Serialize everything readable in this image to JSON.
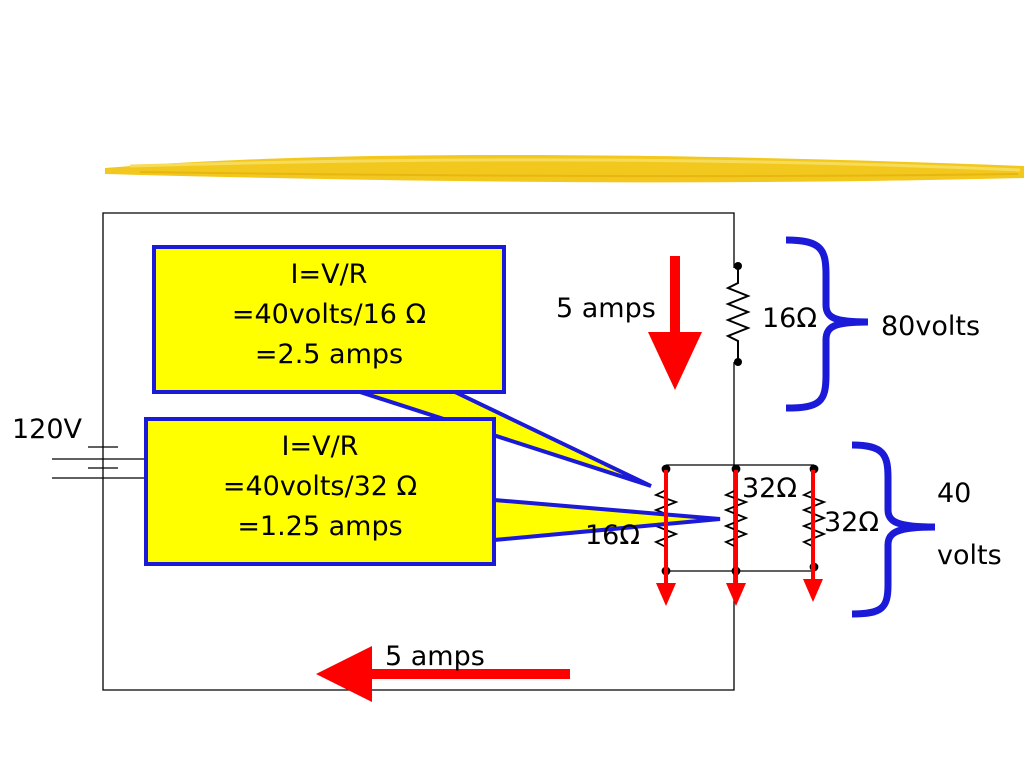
{
  "colors": {
    "wire": "#000000",
    "arrow": "#ff0000",
    "brace": "#1a1ad8",
    "callout_fill": "#ffff00",
    "callout_border": "#1a1ad8",
    "banner": "#f2c81e"
  },
  "source": {
    "label": "120V"
  },
  "top_branch": {
    "current_label": "5 amps",
    "resistor_label": "16Ω",
    "voltage_label": "80volts"
  },
  "parallel_branch": {
    "resistor_labels": [
      "16Ω",
      "32Ω",
      "32Ω"
    ],
    "voltage_label_line1": "40",
    "voltage_label_line2": "volts"
  },
  "bottom": {
    "current_label": "5 amps"
  },
  "callouts": [
    {
      "lines": [
        "I=V/R",
        "=40volts/16 Ω",
        "=2.5 amps"
      ]
    },
    {
      "lines": [
        "I=V/R",
        "=40volts/32 Ω",
        "=1.25 amps"
      ]
    }
  ]
}
